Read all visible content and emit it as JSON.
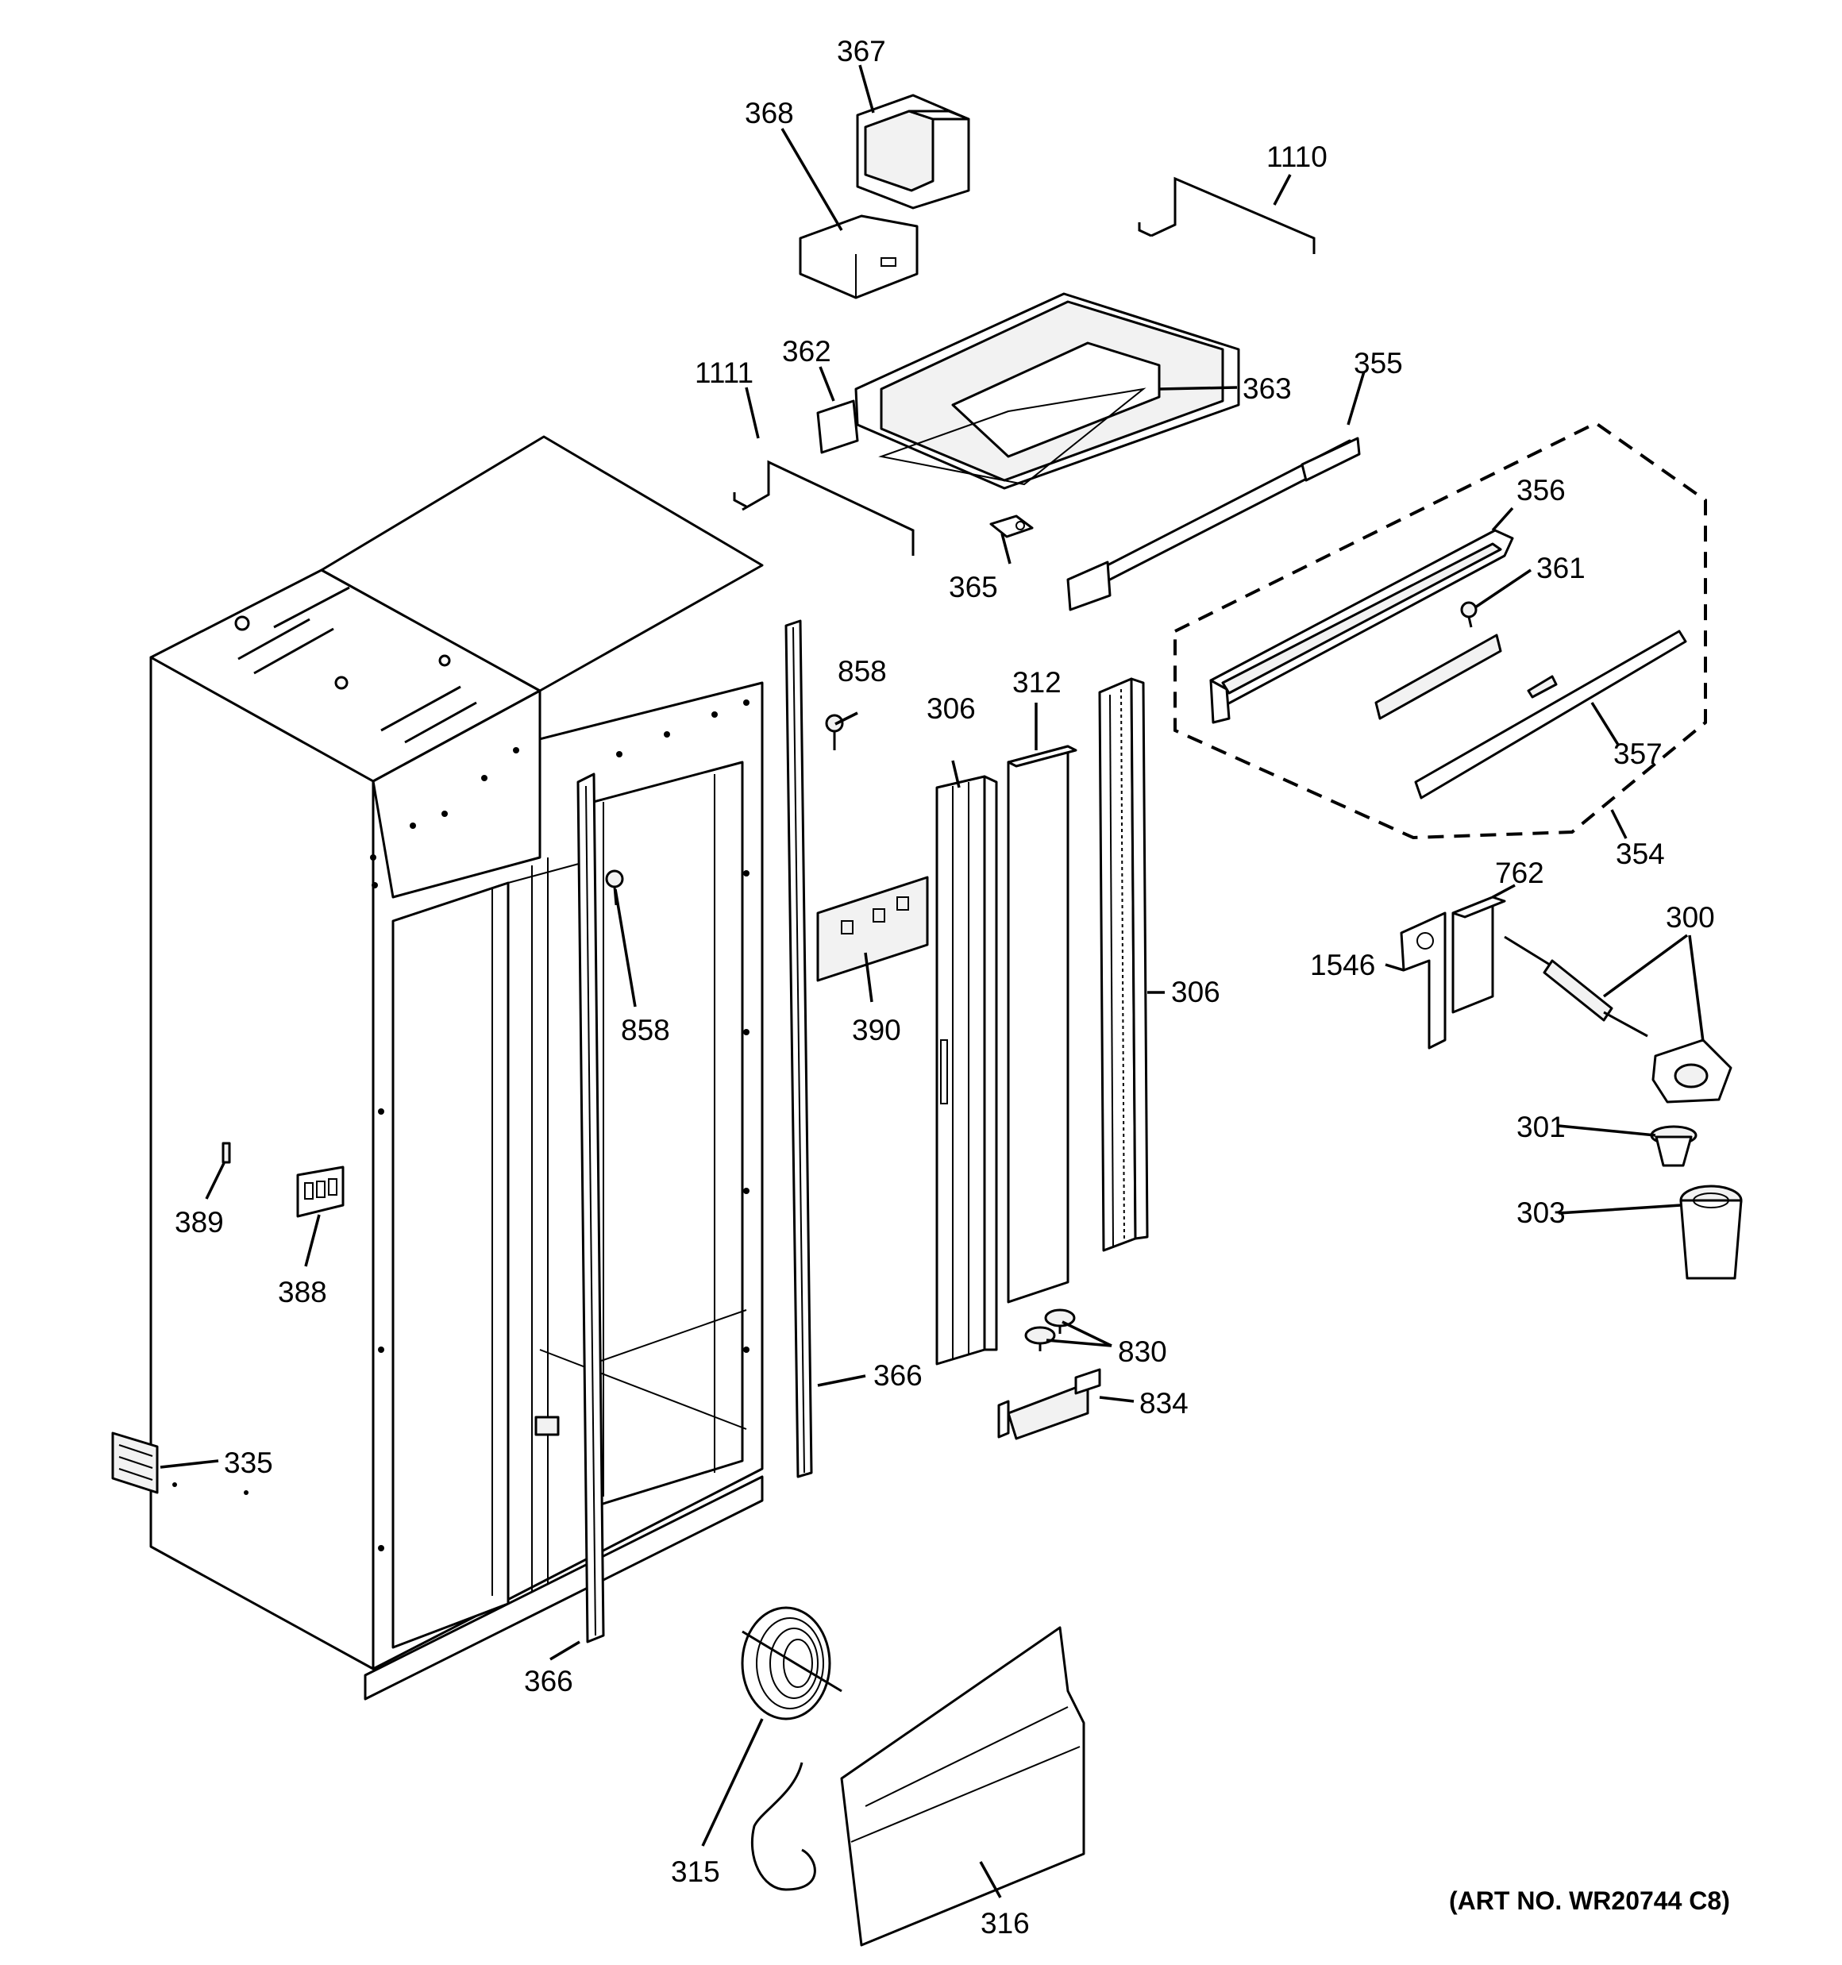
{
  "diagram": {
    "art_number": "(ART NO. WR20744 C8)",
    "labels": {
      "l300": "300",
      "l301": "301",
      "l303": "303",
      "l306a": "306",
      "l306b": "306",
      "l312": "312",
      "l315": "315",
      "l316": "316",
      "l335": "335",
      "l354": "354",
      "l355": "355",
      "l356": "356",
      "l357": "357",
      "l361": "361",
      "l362": "362",
      "l363": "363",
      "l365": "365",
      "l366a": "366",
      "l366b": "366",
      "l367": "367",
      "l368": "368",
      "l388": "388",
      "l389": "389",
      "l390": "390",
      "l762": "762",
      "l830": "830",
      "l834": "834",
      "l858a": "858",
      "l858b": "858",
      "l1110": "1110",
      "l1111": "1111",
      "l1546": "1546"
    }
  }
}
